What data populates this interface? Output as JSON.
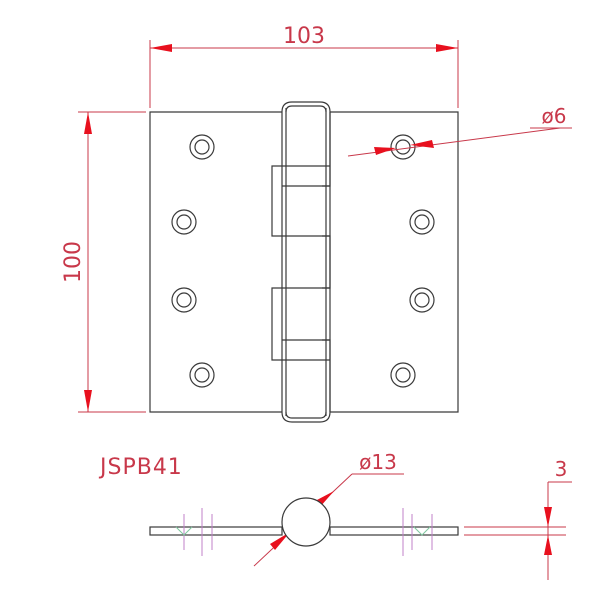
{
  "drawing": {
    "model": "JSPB41",
    "dimensions": {
      "width": "103",
      "height": "100",
      "hole_diameter": "ø6",
      "knuckle_diameter": "ø13",
      "thickness": "3"
    }
  },
  "colors": {
    "outline": "#3a3a3a",
    "dimension": "#c8384a",
    "arrow": "#e8101e",
    "center_mark": "#c080c8",
    "center_mark_alt": "#80c8a0"
  }
}
